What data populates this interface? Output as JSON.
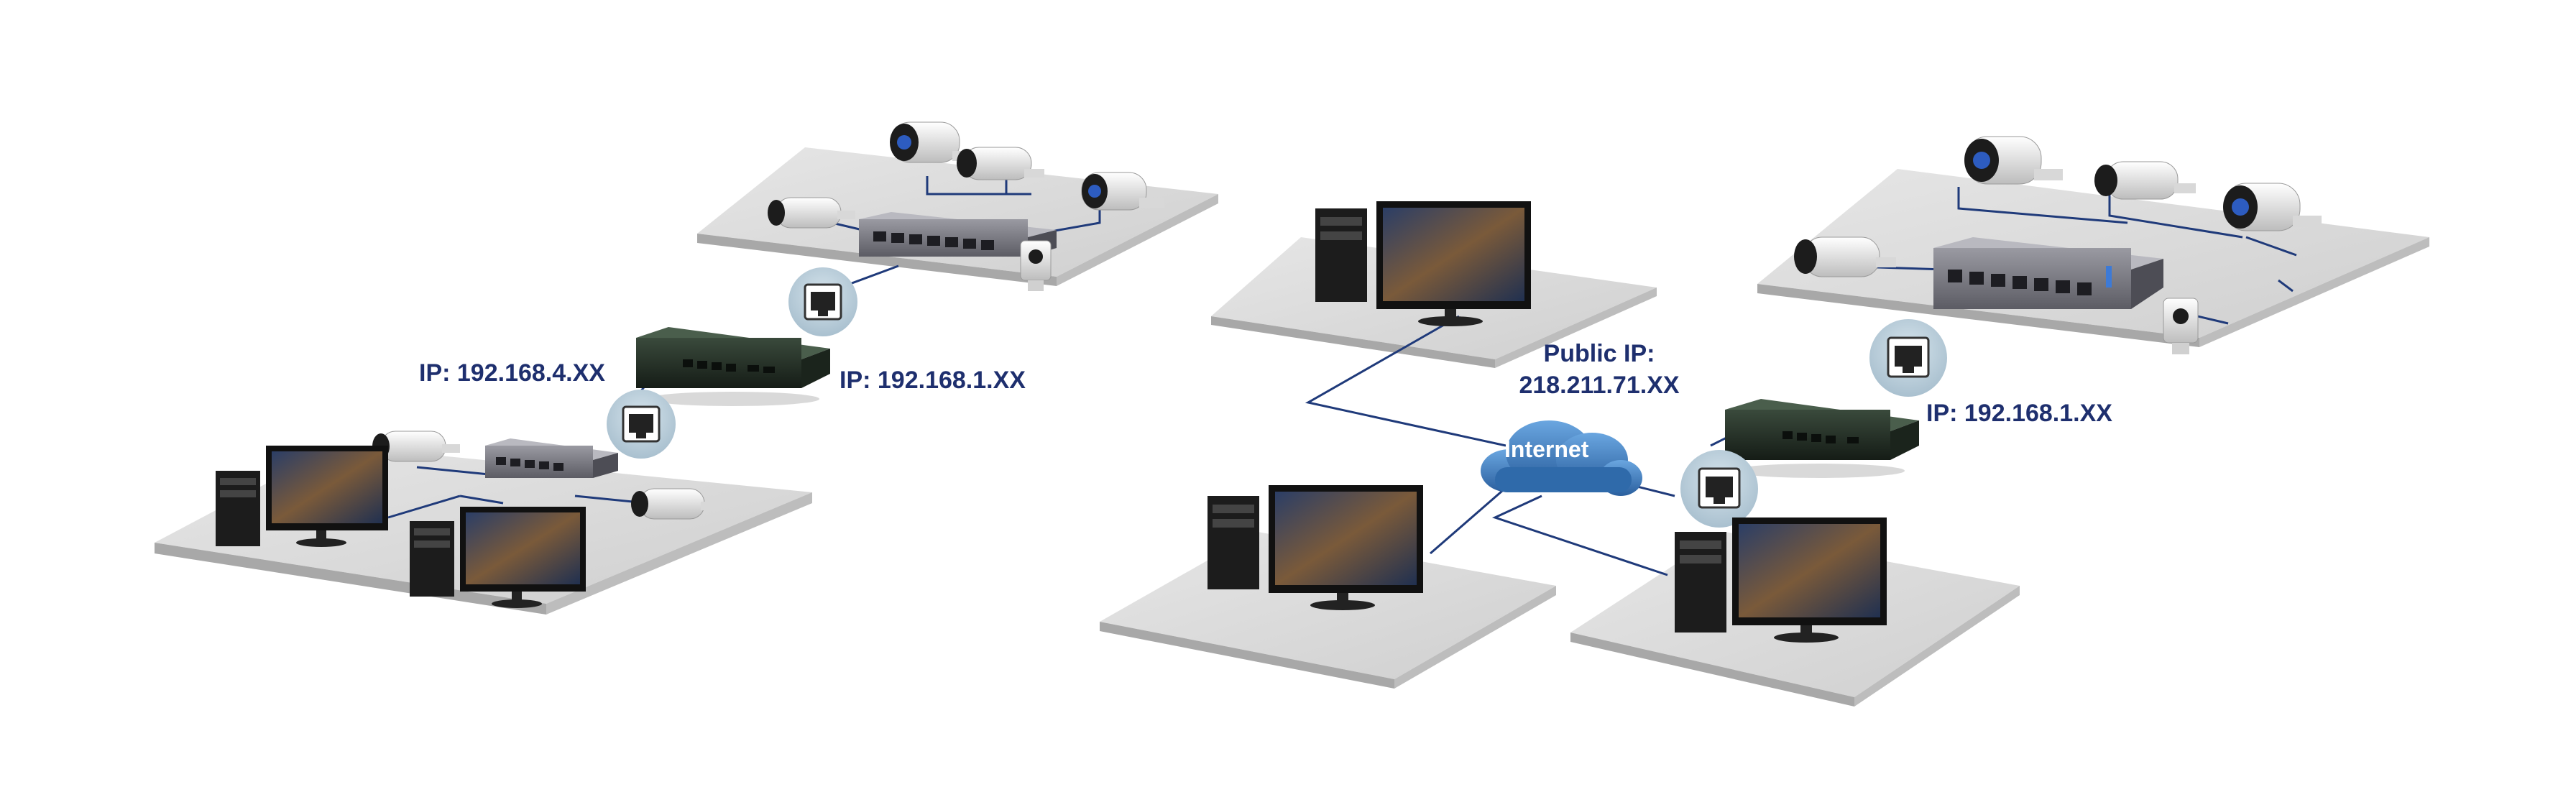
{
  "labels": {
    "ip_left_lan": "IP: 192.168.4.XX",
    "ip_left_wan": "IP: 192.168.1.XX",
    "ip_right_wan": "IP: 192.168.1.XX",
    "public_ip_title": "Public IP:",
    "public_ip_value": "218.211.71.XX",
    "internet": "Internet"
  },
  "colors": {
    "label_text": "#1e2f6e",
    "cable": "#1f3a7a",
    "cloud": "#3f7fc4",
    "platform": "#dcdcdc",
    "port_badge": "#b8ccd8"
  }
}
